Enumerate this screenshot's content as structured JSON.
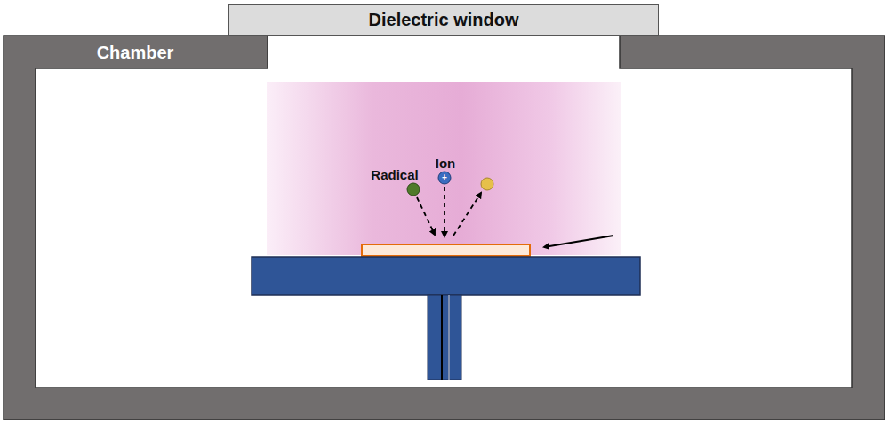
{
  "diagram": {
    "nodes": [
      {
        "text": [
          "Dielectric window"
        ]
      }
    ],
    "labels": [
      "Chamber",
      "Radical",
      "Ion",
      "+"
    ]
  }
}
